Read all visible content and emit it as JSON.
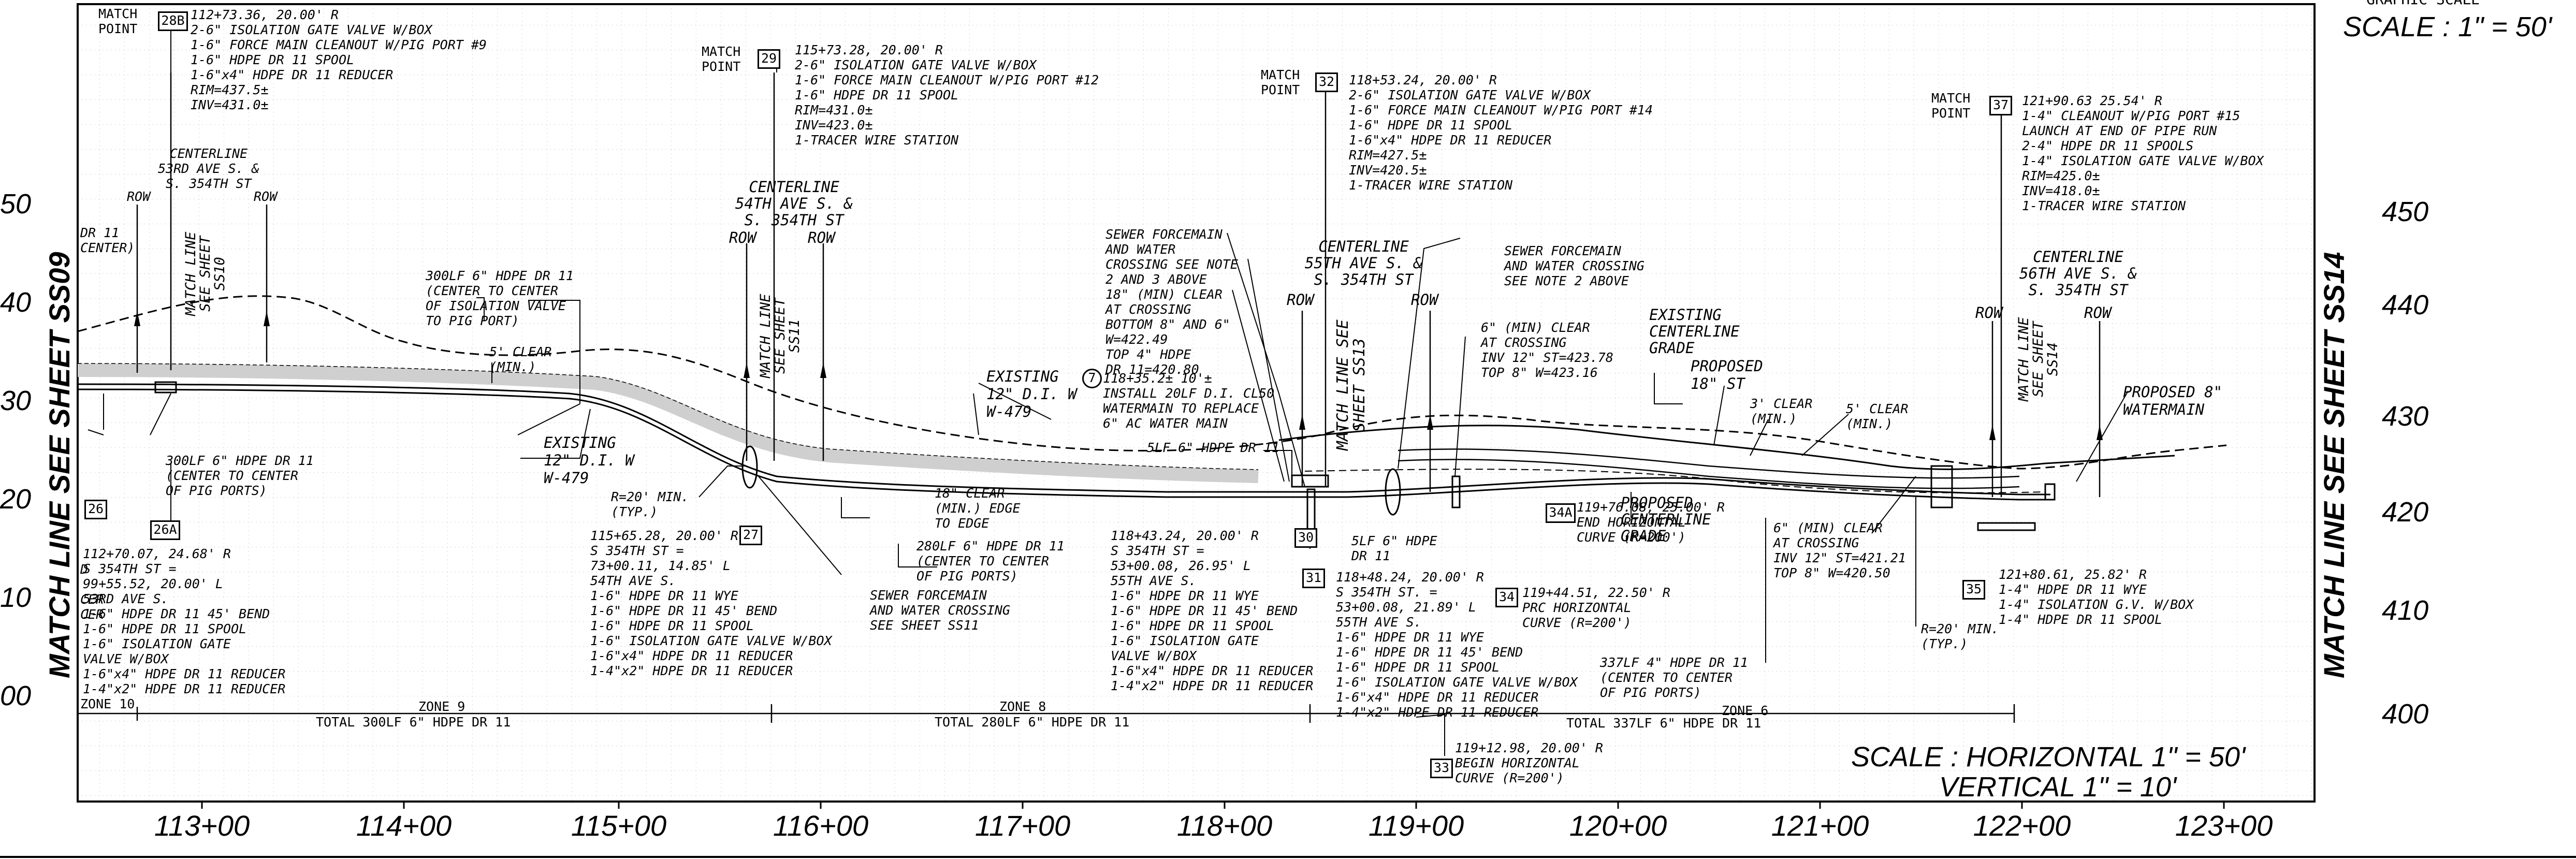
{
  "scale_top": "SCALE : 1\" = 50'",
  "graphic_scale_fragment": "GRAPHIC SCALE",
  "match_left": "MATCH LINE SEE SHEET SS09",
  "match_right": "MATCH LINE SEE SHEET SS14",
  "stations": [
    "113+00",
    "114+00",
    "115+00",
    "116+00",
    "117+00",
    "118+00",
    "119+00",
    "120+00",
    "121+00",
    "122+00",
    "123+00"
  ],
  "elev_left": [
    "50",
    "40",
    "30",
    "20",
    "10",
    "00"
  ],
  "elev_right": [
    "450",
    "440",
    "430",
    "420",
    "410",
    "400"
  ],
  "scale_bottom": {
    "line1": "SCALE : HORIZONTAL 1\" = 50'",
    "line2": "VERTICAL 1\" = 10'"
  },
  "zones": {
    "z10": "ZONE 10",
    "z9": "ZONE 9",
    "z9_total": "TOTAL 300LF 6\" HDPE DR 11",
    "z8": "ZONE 8",
    "z8_total": "TOTAL 280LF 6\" HDPE DR 11",
    "z6": "ZONE 6",
    "z6_total": "TOTAL 337LF 6\" HDPE DR 11"
  },
  "boxes": {
    "b28b": "28B",
    "b29": "29",
    "b32": "32",
    "b37": "37",
    "b26": "26",
    "b26a": "26A",
    "b27": "27",
    "b30": "30",
    "b31": "31",
    "b33": "33",
    "b34": "34",
    "b34a": "34A",
    "b35": "35",
    "b7": "7"
  },
  "match_point": "MATCH\nPOINT",
  "vertical_labels": {
    "ss10": "MATCH LINE\nSEE SHEET\nSS10",
    "ss11": "MATCH LINE\nSEE SHEET\nSS11",
    "ss13": "MATCH LINE SEE\nSHEET SS13",
    "ss14": "MATCH LINE\nSEE SHEET\nSS14"
  },
  "notes": {
    "n28b": "112+73.36, 20.00' R\n2-6\" ISOLATION GATE VALVE W/BOX\n1-6\" FORCE MAIN CLEANOUT W/PIG PORT #9\n1-6\" HDPE DR 11 SPOOL\n1-6\"x4\" HDPE DR 11 REDUCER\nRIM=437.5±\nINV=431.0±",
    "n29": "115+73.28, 20.00' R\n2-6\" ISOLATION GATE VALVE W/BOX\n1-6\" FORCE MAIN CLEANOUT W/PIG PORT #12\n1-6\" HDPE DR 11 SPOOL\nRIM=431.0±\nINV=423.0±\n1-TRACER WIRE STATION",
    "n32": "118+53.24, 20.00' R\n2-6\" ISOLATION GATE VALVE W/BOX\n1-6\" FORCE MAIN CLEANOUT W/PIG PORT #14\n1-6\" HDPE DR 11 SPOOL\n1-6\"x4\" HDPE DR 11 REDUCER\nRIM=427.5±\nINV=420.5±\n1-TRACER WIRE STATION",
    "n37": "121+90.63 25.54' R\n1-4\" CLEANOUT W/PIG PORT #15\nLAUNCH AT END OF PIPE RUN\n2-4\" HDPE DR 11 SPOOLS\n1-4\" ISOLATION GATE VALVE W/BOX\nRIM=425.0±\nINV=418.0±\n1-TRACER WIRE STATION",
    "cl53": "CENTERLINE\n53RD AVE S. &\nS. 354TH ST",
    "cl54": "CENTERLINE\n54TH AVE S. &\nS. 354TH ST",
    "cl55": "CENTERLINE\n55TH AVE S. &\nS. 354TH ST",
    "cl56": "CENTERLINE\n56TH AVE S. &\nS. 354TH ST",
    "row": "ROW",
    "dr11_frag": "DR 11\nCENTER)",
    "l300a": "300LF 6\" HDPE DR 11\n(CENTER TO CENTER\nOF ISOLATION VALVE\nTO PIG PORT)",
    "l300b": "300LF 6\" HDPE DR 11\n(CENTER TO CENTER\nOF PIG PORTS)",
    "clear5a": "5' CLEAR\n(MIN.)",
    "exist12a": "EXISTING\n12\" D.I. W\nW-479",
    "exist12b": "EXISTING\n12\" D.I. W\nW-479",
    "r20a": "R=20' MIN.\n(TYP.)",
    "sfm_left": "SEWER FORCEMAIN\nAND WATER\nCROSSING SEE NOTE\n2 AND 3 ABOVE\n18\" (MIN) CLEAR\nAT CROSSING\nBOTTOM 8\" AND 6\"\nW=422.49\nTOP 4\" HDPE\nDR 11=420.80",
    "install": "118+35.2± 10'±\nINSTALL 20LF D.I. CL50\nWATERMAIN TO REPLACE\n6\" AC WATER MAIN",
    "l5lf": "5LF 6\" HDPE DR 11",
    "clear18": "18\" CLEAR\n(MIN.) EDGE\nTO EDGE",
    "l280": "280LF 6\" HDPE DR 11\n(CENTER TO CENTER\nOF PIG PORTS)",
    "sfm_ss11": "SEWER FORCEMAIN\nAND WATER CROSSING\nSEE SHEET SS11",
    "sfm_right": "SEWER FORCEMAIN\nAND WATER CROSSING\nSEE NOTE 2 ABOVE",
    "clear6a": "6\" (MIN) CLEAR\nAT CROSSING\nINV 12\" ST=423.78\nTOP 8\" W=423.16",
    "exist_grade": "EXISTING\nCENTERLINE\nGRADE",
    "proposed18": "PROPOSED\n18\" ST",
    "clear3": "3' CLEAR\n(MIN.)",
    "clear5b": "5' CLEAR\n(MIN.)",
    "prop_wm": "PROPOSED 8\"\nWATERMAIN",
    "prop_grade": "PROPOSED\nCENTERLINE\nGRADE",
    "clear6b": "6\" (MIN) CLEAR\nAT CROSSING\nINV 12\" ST=421.21\nTOP 8\" W=420.50",
    "n34a": "119+76.08, 25.00' R\nEND HORIZONTAL\nCURVE (R=200')",
    "n34": "119+44.51, 22.50' R\nPRC HORIZONTAL\nCURVE (R=200')",
    "l337": "337LF 4\" HDPE DR 11\n(CENTER TO CENTER\nOF PIG PORTS)",
    "r20b": "R=20' MIN.\n(TYP.)",
    "n35": "121+80.61, 25.82' R\n1-4\" HDPE DR 11 WYE\n1-4\" ISOLATION G.V. W/BOX\n1-4\" HDPE DR 11 SPOOL",
    "n26a": "112+70.07, 24.68' R\nS 354TH ST =\n99+55.52, 20.00' L\n53RD AVE S.\n1-6\" HDPE DR 11 45' BEND\n1-6\" HDPE DR 11 SPOOL\n1-6\" ISOLATION GATE\nVALVE W/BOX\n1-6\"x4\" HDPE DR 11 REDUCER\n1-4\"x2\" HDPE DR 11 REDUCER",
    "n27": "115+65.28, 20.00' R\nS 354TH ST =\n73+00.11, 14.85' L\n54TH AVE S.\n1-6\" HDPE DR 11 WYE\n1-6\" HDPE DR 11 45' BEND\n1-6\" HDPE DR 11 SPOOL\n1-6\" ISOLATION GATE VALVE W/BOX\n1-6\"x4\" HDPE DR 11 REDUCER\n1-4\"x2\" HDPE DR 11 REDUCER",
    "n30": "118+43.24, 20.00' R\nS 354TH ST =\n53+00.08, 26.95' L\n55TH AVE S.\n1-6\" HDPE DR 11 WYE\n1-6\" HDPE DR 11 45' BEND\n1-6\" HDPE DR 11 SPOOL\n1-6\" ISOLATION GATE\nVALVE W/BOX\n1-6\"x4\" HDPE DR 11 REDUCER\n1-4\"x2\" HDPE DR 11 REDUCER",
    "l5lf2": "5LF 6\" HDPE\nDR 11",
    "n31": "118+48.24, 20.00' R\nS 354TH ST. =\n53+00.08, 21.89' L\n55TH AVE S.\n1-6\" HDPE DR 11 WYE\n1-6\" HDPE DR 11 45' BEND\n1-6\" HDPE DR 11 SPOOL\n1-6\" ISOLATION GATE VALVE W/BOX\n1-6\"x4\" HDPE DR 11 REDUCER\n1-4\"x2\" HDPE DR 11 REDUCER",
    "n33": "119+12.98, 20.00' R\nBEGIN HORIZONTAL\nCURVE (R=200')",
    "frag_left": "D\n\nCER\nCER"
  }
}
